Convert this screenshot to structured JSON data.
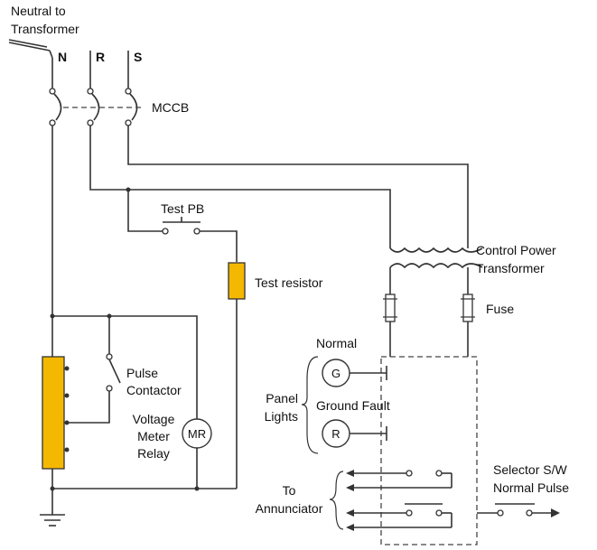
{
  "labels": {
    "neutral": [
      "Neutral to",
      "Transformer"
    ],
    "phase_n": "N",
    "phase_r": "R",
    "phase_s": "S",
    "mccb": "MCCB",
    "test_pb": "Test PB",
    "test_resistor": "Test resistor",
    "control_power": [
      "Control Power",
      "Transformer"
    ],
    "fuse": "Fuse",
    "normal": "Normal",
    "ground_fault": "Ground Fault",
    "panel_lights": [
      "Panel",
      "Lights"
    ],
    "pulse_contactor": [
      "Pulse",
      "Contactor"
    ],
    "voltage_meter_relay": [
      "Voltage",
      "Meter",
      "Relay"
    ],
    "meter_symbol": "MR",
    "light_g": "G",
    "light_r": "R",
    "to_annunciator": [
      "To",
      "Annunciator"
    ],
    "selector": [
      "Selector S/W",
      "Normal Pulse"
    ]
  },
  "colors": {
    "component_fill": "#f5b800",
    "wire": "#333333"
  }
}
